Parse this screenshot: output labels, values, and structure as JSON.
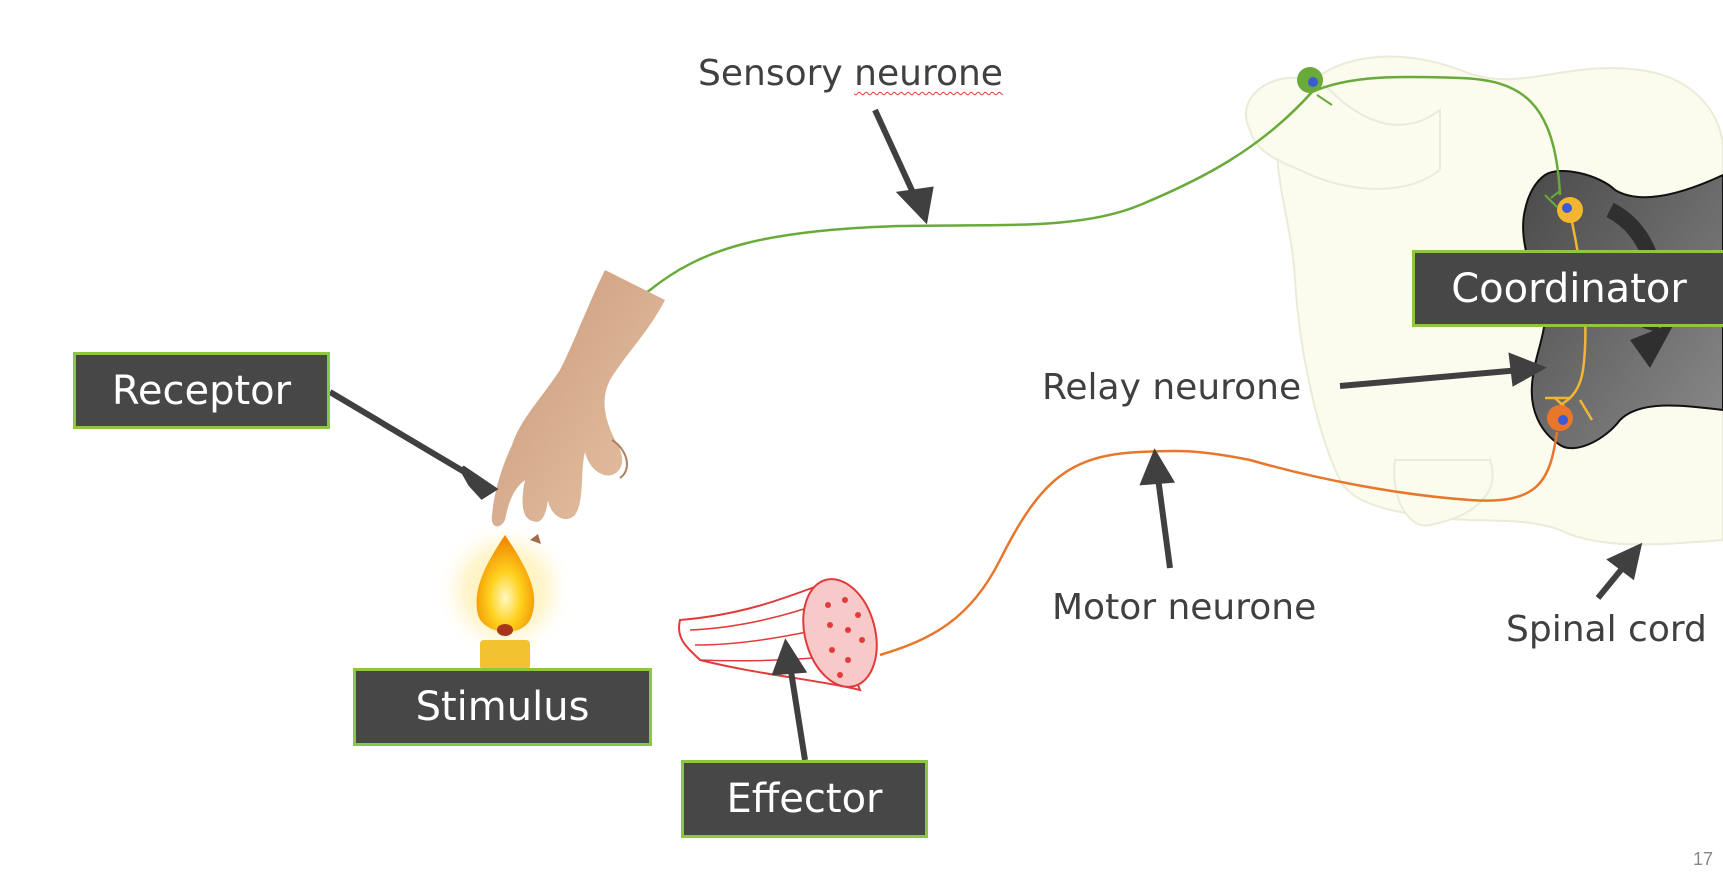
{
  "labels": {
    "receptor": "Receptor",
    "stimulus": "Stimulus",
    "effector": "Effector",
    "coordinator": "Coordinator",
    "sensory_prefix": "Sensory ",
    "sensory_word": "neurone",
    "relay_neurone": "Relay neurone",
    "motor_neurone": "Motor neurone",
    "spinal_cord": "Spinal cord"
  },
  "page_number": "17",
  "colors": {
    "box_fill": "#474747",
    "box_border": "#8dc63f",
    "sensory_neurone": "#6aaa3a",
    "motor_neurone": "#e8762b",
    "relay_neurone": "#f2b632",
    "arrow": "#404040",
    "spinal_cord": "#fbfbee",
    "grey_matter": "#5a5a5a",
    "muscle": "#e23b3b",
    "flame": "#f7b500",
    "candle": "#f2c230"
  },
  "icons": [
    "hand-icon",
    "candle-icon",
    "muscle-icon",
    "spinal-cord-icon"
  ]
}
